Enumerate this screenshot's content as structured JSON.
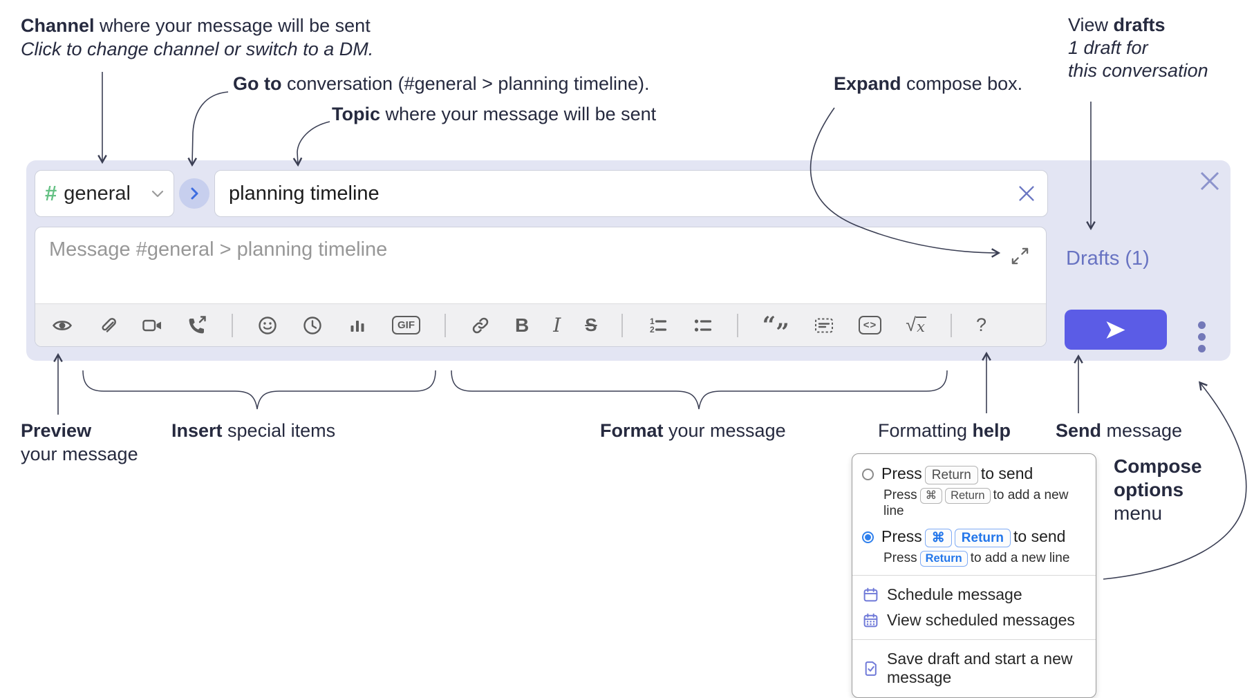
{
  "colors": {
    "accent_send": "#5b5ce6",
    "compose_bg": "#e3e5f3",
    "link_indigo": "#6873c2",
    "hash_green": "#65c184",
    "radio_blue": "#2f80ed",
    "menu_icon_purple": "#6f79d8",
    "annotation_ink": "#3b3f54"
  },
  "annotations": {
    "channel": {
      "bold": "Channel",
      "rest": " where your message will be sent",
      "line2": "Click to change channel or switch to a DM."
    },
    "goto": {
      "bold": "Go to",
      "rest": " conversation (#general > planning timeline)."
    },
    "topic": {
      "bold": "Topic",
      "rest": " where your message will be sent"
    },
    "expand": {
      "bold": "Expand",
      "rest": " compose box."
    },
    "view_drafts": {
      "pre": "View ",
      "bold": "drafts",
      "line2": "1 draft for",
      "line3": "this conversation"
    },
    "preview": {
      "bold": "Preview",
      "line2": "your message"
    },
    "insert": {
      "bold": "Insert",
      "rest": " special items"
    },
    "format": {
      "bold": "Format",
      "rest": " your message"
    },
    "help": {
      "pre": "Formatting ",
      "bold": "help"
    },
    "send": {
      "bold": "Send",
      "rest": " message"
    },
    "compose_options": {
      "line1": "Compose",
      "line2": "options",
      "line3": "menu"
    }
  },
  "compose": {
    "channel_selector": {
      "hash": "#",
      "channel_name": "general"
    },
    "topic_input": {
      "value": "planning timeline"
    },
    "message_input": {
      "placeholder": "Message #general > planning timeline"
    },
    "drafts_link": "Drafts (1)",
    "toolbar": {
      "glyphs": {
        "bold": "B",
        "italic": "I",
        "strike": "S",
        "gif": "GIF",
        "code": "<>",
        "sqrt": "√",
        "x": "x",
        "help": "?",
        "quote_open": "“",
        "quote_close": "”",
        "ol1": "1",
        "ol2": "2"
      }
    }
  },
  "popup": {
    "option_return": {
      "pre": "Press",
      "key": "Return",
      "post": "to send",
      "sub_pre": "Press",
      "sub_key1": "⌘",
      "sub_key2": "Return",
      "sub_post": "to add a new line"
    },
    "option_cmd_return": {
      "pre": "Press",
      "key1": "⌘",
      "key2": "Return",
      "post": "to send",
      "sub_pre": "Press",
      "sub_key": "Return",
      "sub_post": "to add a new line"
    },
    "menu_items": [
      {
        "label": "Schedule message"
      },
      {
        "label": "View scheduled messages"
      },
      {
        "label": "Save draft and start a new message"
      }
    ]
  }
}
